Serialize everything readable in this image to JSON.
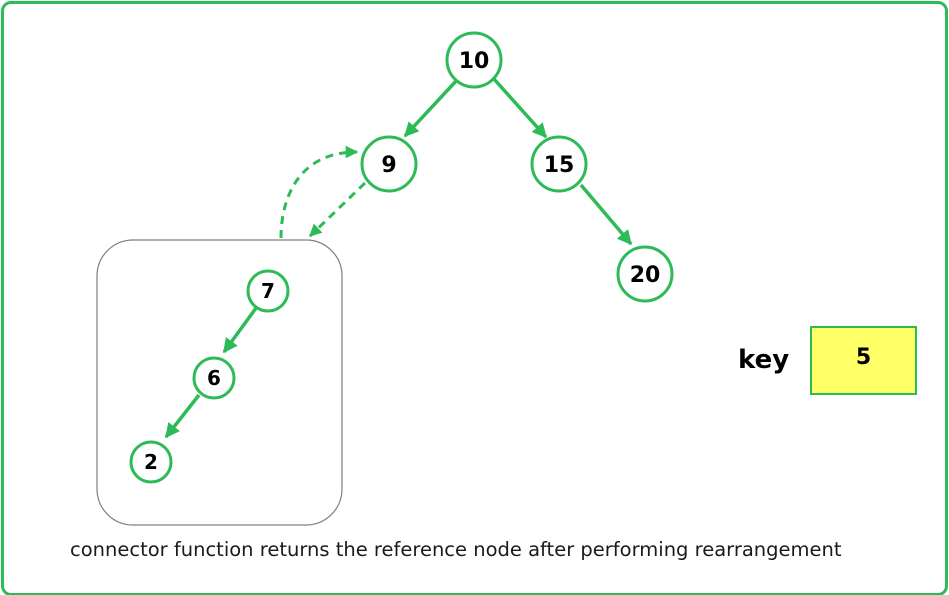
{
  "tree": {
    "nodes": {
      "n10": "10",
      "n9": "9",
      "n15": "15",
      "n20": "20"
    }
  },
  "subtree": {
    "nodes": {
      "n7": "7",
      "n6": "6",
      "n2": "2"
    }
  },
  "key": {
    "label": "key",
    "value": "5"
  },
  "caption": "connector function returns the reference node after performing rearrangement",
  "colors": {
    "accent": "#2dbb58",
    "key_box_fill": "#ffff66",
    "subtree_border": "#7f7f7f"
  }
}
